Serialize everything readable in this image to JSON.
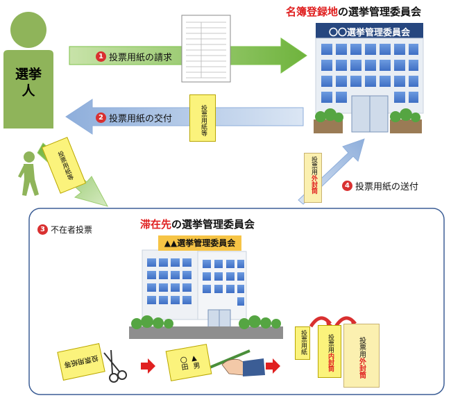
{
  "title_top": {
    "highlight": "名簿登録地",
    "rest": "の選挙管理委員会"
  },
  "title_bottom": {
    "highlight": "滞在先",
    "rest": "の選挙管理委員会"
  },
  "voter_label": "選挙人",
  "building_top_sign": "〇〇選挙管理委員会",
  "building_bottom_sign": "▲▲選挙管理委員会",
  "steps": [
    {
      "num": "1",
      "label": "投票用紙の請求"
    },
    {
      "num": "2",
      "label": "投票用紙の交付"
    },
    {
      "num": "3",
      "label": "不在者投票"
    },
    {
      "num": "4",
      "label": "投票用紙の送付"
    }
  ],
  "envelope_text": "投票用紙等",
  "outer_envelope": {
    "pre": "投票用",
    "mark": "外封筒"
  },
  "inner_envelope": {
    "pre": "投票用",
    "mark": "内封筒"
  },
  "ballot_paper": "投票用紙",
  "ballot_names": {
    "top": "〇田",
    "bottom": "▲男"
  },
  "colors": {
    "highlight": "#e02020",
    "green_arrow": "#7cc24a",
    "blue_arrow": "#9bb8e2",
    "voter": "#8fb45a",
    "sign": "#f6c445",
    "building_top_roof": "#27477f"
  }
}
